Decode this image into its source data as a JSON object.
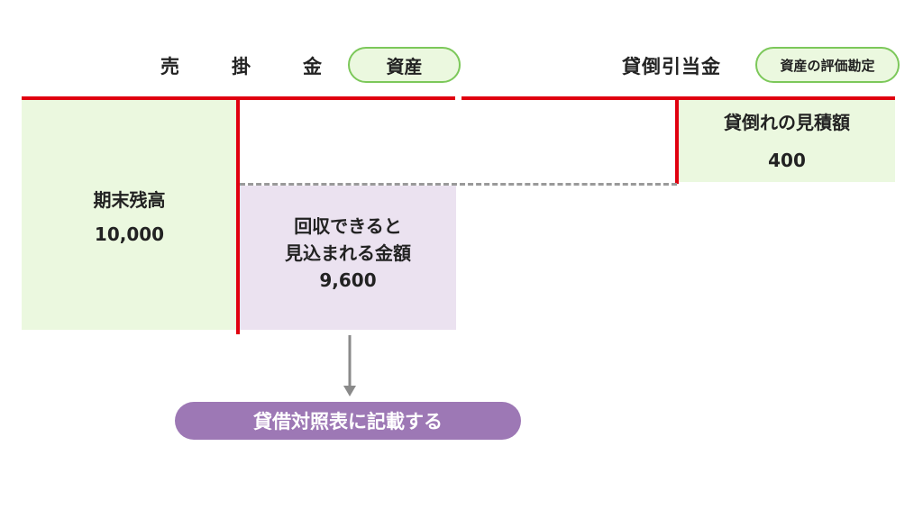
{
  "left_account": {
    "title_chars": [
      "売",
      "掛",
      "金"
    ],
    "badge": "資産",
    "cell_label": "期末残高",
    "cell_value": "10,000"
  },
  "right_account": {
    "title": "貸倒引当金",
    "badge": "資産の評価勘定",
    "cell_label": "貸倒れの見積額",
    "cell_value": "400"
  },
  "net": {
    "label_line1": "回収できると",
    "label_line2": "見込まれる金額",
    "value": "9,600"
  },
  "result": {
    "label": "貸借対照表に記載する"
  },
  "colors": {
    "red": "#e0000f",
    "green": "#ebf8df",
    "purple_box": "#ebe2f0",
    "purple_pill": "#9d78b5"
  }
}
